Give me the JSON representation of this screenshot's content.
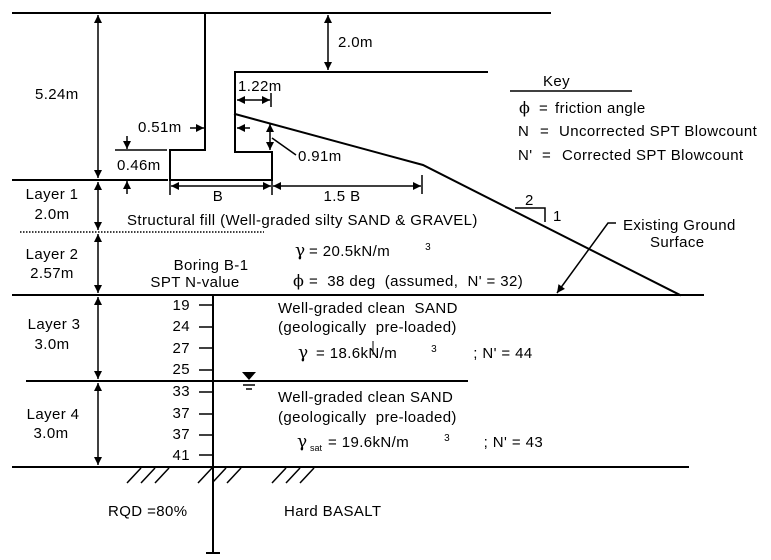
{
  "dimensions": {
    "total_height": "5.24m",
    "cover_depth": "2.0m",
    "heel_offset": "1.22m",
    "stem_offset": "0.51m",
    "footing_thickness": "0.46m",
    "toe_step_height": "0.91m",
    "footing_width": "B",
    "fill_distance": "1.5 B"
  },
  "key": {
    "title": "Key",
    "items": [
      {
        "symbol": "ϕ",
        "equals": "=",
        "meaning": "friction angle"
      },
      {
        "symbol": "N",
        "equals": "=",
        "meaning": "Uncorrected SPT Blowcount"
      },
      {
        "symbol": "N'",
        "equals": "=",
        "meaning": "Corrected SPT Blowcount"
      }
    ]
  },
  "slope_ratio": {
    "horizontal": "2",
    "vertical": "1"
  },
  "existing_ground": {
    "line1": "Existing Ground",
    "line2": "Surface"
  },
  "layers": [
    {
      "name": "Layer 1",
      "thickness": "2.0m"
    },
    {
      "name": "Layer 2",
      "thickness": "2.57m"
    },
    {
      "name": "Layer 3",
      "thickness": "3.0m"
    },
    {
      "name": "Layer 4",
      "thickness": "3.0m"
    }
  ],
  "fill": {
    "description": "Structural fill (Well-graded silty SAND & GRAVEL)",
    "unit_weight": {
      "symbol": "γ",
      "value": "= 20.5kN/m",
      "exponent": "3"
    },
    "friction": {
      "symbol": "ϕ",
      "value": "=  38 deg  (assumed,  N' = 32)"
    }
  },
  "boring": {
    "title": "Boring B-1",
    "subtitle": "SPT N-value",
    "spt_n_values": [
      "19",
      "24",
      "27",
      "25",
      "33",
      "37",
      "37",
      "41"
    ]
  },
  "layer3_soil": {
    "line1": "Well-graded clean  SAND",
    "line2": "(geologically  pre-loaded)",
    "unit_weight": {
      "symbol": "γ",
      "value": "= 18.6kN/m",
      "exponent": "3",
      "suffix": " ; N' = 44"
    }
  },
  "layer4_soil": {
    "line1": "Well-graded clean SAND",
    "line2": "(geologically  pre-loaded)",
    "unit_weight": {
      "symbol": "γ",
      "subscript": "sat",
      "value": "= 19.6kN/m",
      "exponent": "3",
      "suffix": "; N' = 43"
    }
  },
  "bedrock": {
    "rqd": "RQD =80%",
    "description": "Hard BASALT"
  }
}
